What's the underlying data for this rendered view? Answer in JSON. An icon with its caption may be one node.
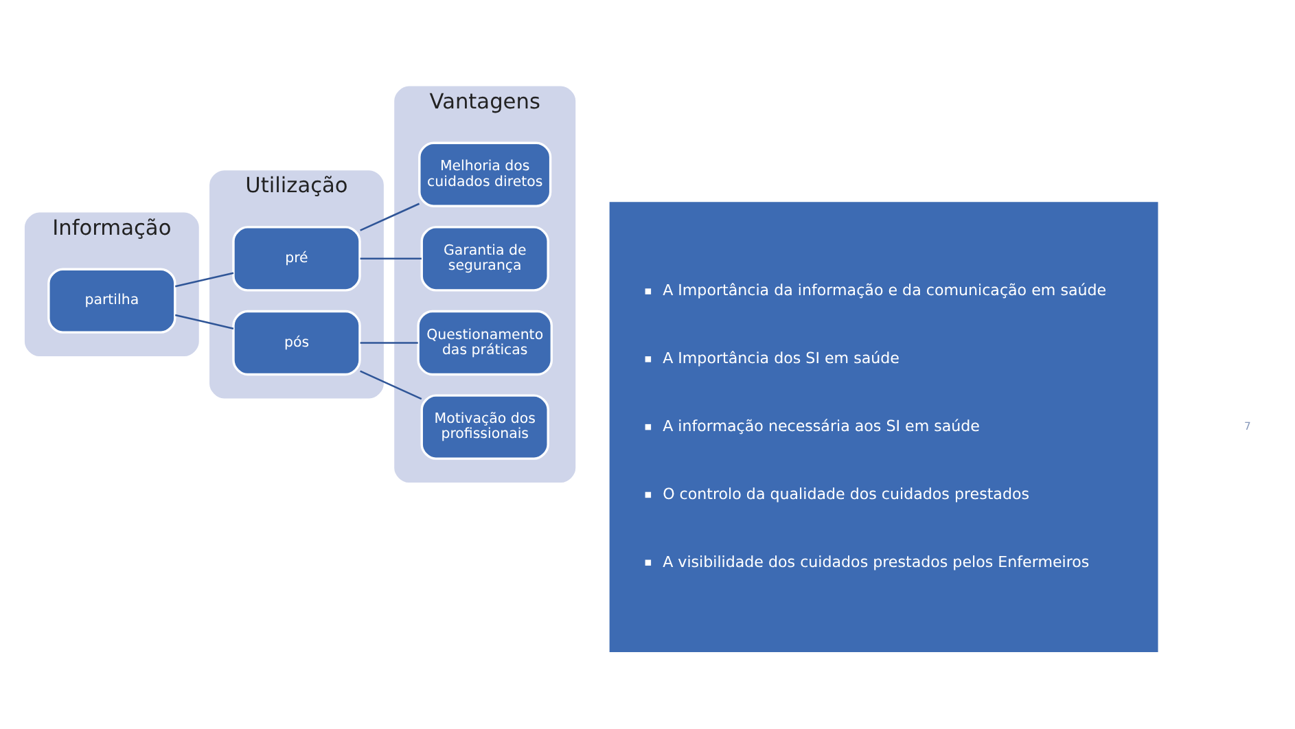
{
  "diagram": {
    "nodes": [
      {
        "text": [
          "Informação"
        ]
      },
      {
        "text": [
          "Utilização"
        ]
      },
      {
        "text": [
          "Vantagens"
        ]
      },
      {
        "text": [
          "partilha"
        ],
        "in": 0
      },
      {
        "text": [
          "pré"
        ],
        "in": 1
      },
      {
        "text": [
          "pós"
        ],
        "in": 1
      },
      {
        "text": [
          "Melhoria dos cuidados diretos"
        ],
        "in": 2
      },
      {
        "text": [
          "Garantia de segurança"
        ],
        "in": 2
      },
      {
        "text": [
          "Questionamento das práticas"
        ],
        "in": 2
      },
      {
        "text": [
          "Motivação dos profissionais"
        ],
        "in": 2
      },
      {
        "text": [
          "A Importância da informação e da comunicação em saúde",
          "A Importância dos SI em saúde",
          "A informação necessária aos SI em saúde",
          "O controlo da qualidade dos cuidados prestados",
          "A visibilidade dos cuidados prestados pelos Enfermeiros"
        ]
      }
    ],
    "edges": [
      {
        "from": 3,
        "to": 4,
        "arrow": "none"
      },
      {
        "from": 3,
        "to": 5,
        "arrow": "none"
      },
      {
        "from": 4,
        "to": 6,
        "arrow": "none"
      },
      {
        "from": 4,
        "to": 7,
        "arrow": "none"
      },
      {
        "from": 5,
        "to": 8,
        "arrow": "none"
      },
      {
        "from": 5,
        "to": 9,
        "arrow": "none"
      }
    ],
    "labels": [
      "7"
    ]
  }
}
